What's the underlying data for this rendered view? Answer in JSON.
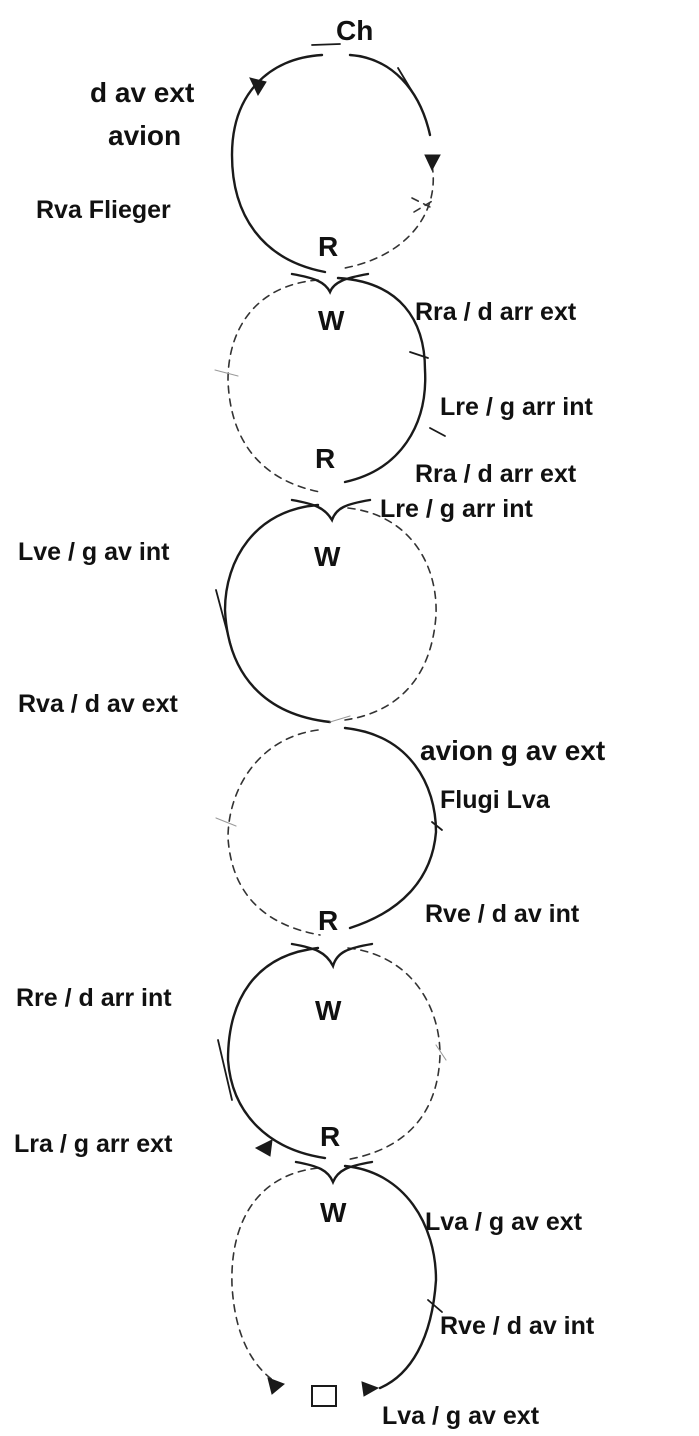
{
  "labels": {
    "ch": "Ch",
    "d_av_ext": "d av ext",
    "avion": "avion",
    "rva_flieger": "Rva Flieger",
    "r1": "R",
    "w1": "W",
    "rra_d_arr_ext_1": "Rra / d arr ext",
    "lre_g_arr_int_1": "Lre / g arr int",
    "r2": "R",
    "rra_d_arr_ext_2": "Rra / d arr ext",
    "lre_g_arr_int_2": "Lre / g arr int",
    "lve_g_av_int": "Lve / g av int",
    "w2": "W",
    "rva_d_av_ext": "Rva / d av ext",
    "avion_g_av_ext": "avion g av ext",
    "flugi_lva": "Flugi Lva",
    "r3": "R",
    "rve_d_av_int_1": "Rve / d av int",
    "rre_d_arr_int": "Rre / d arr int",
    "w3": "W",
    "lra_g_arr_ext": "Lra / g arr ext",
    "r4": "R",
    "w4": "W",
    "lva_g_av_ext_1": "Lva / g av ext",
    "rve_d_av_int_2": "Rve / d av int",
    "lva_g_av_ext_2": "Lva / g av ext"
  },
  "colors": {
    "ink": "#1a1a1a",
    "background": "#ffffff"
  }
}
